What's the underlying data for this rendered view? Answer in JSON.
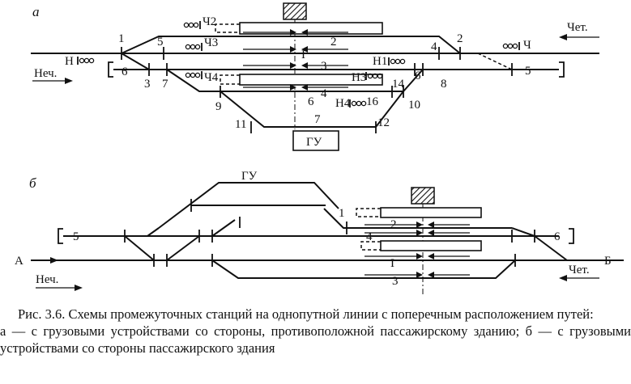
{
  "panel_a": {
    "tag": "а",
    "direction_right": "Чет.",
    "direction_left": "Неч.",
    "freight_yard": "ГУ",
    "main_track_label": "I",
    "track_numbers": [
      "2",
      "3",
      "4",
      "6",
      "7"
    ],
    "switch_numbers": [
      "1",
      "2",
      "3",
      "4",
      "5",
      "6",
      "7",
      "8",
      "9",
      "10",
      "11",
      "12",
      "14",
      "16"
    ],
    "dead_end_left": "6",
    "dead_end_right": "5",
    "signals": {
      "n": "Н",
      "ch": "Ч",
      "ch2": "Ч2",
      "ch3": "Ч3",
      "ch4": "Ч4",
      "n1": "Н1",
      "n3": "Н3",
      "n4": "Н4"
    }
  },
  "panel_b": {
    "tag": "б",
    "freight_yard": "ГУ",
    "direction_right": "Чет.",
    "direction_left": "Неч.",
    "station_a": "А",
    "station_b": "Б",
    "main_track_label": "I",
    "track_numbers": [
      "1",
      "2",
      "3",
      "4",
      "5",
      "6"
    ]
  },
  "caption": {
    "title": "Рис. 3.6. Схемы промежуточных станций на однопутной линии с поперечным расположением путей:",
    "body": "а — с грузовыми устройствами со стороны, противоположной пассажирскому зданию; б — с грузовыми устройствами со стороны пассажирского здания"
  }
}
